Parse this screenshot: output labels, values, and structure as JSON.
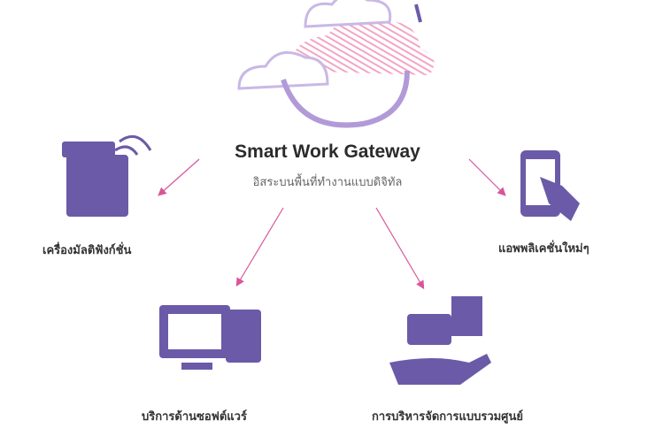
{
  "title": "Smart Work Gateway",
  "subtitle": "อิสระบนพื้นที่ทำงานแบบดิจิทัล",
  "nodes": {
    "mfp": "เครื่องมัลติฟังก์ชั่น",
    "apps": "แอพพลิเคชั่นใหม่ๆ",
    "software": "บริการด้านซอฟต์แวร์",
    "central": "การบริหารจัดการแบบรวมศูนย์"
  },
  "colors": {
    "icon": "#6b5aa8",
    "arrow": "#d9559a",
    "cloud": "#c9b8e6",
    "stripe": "#f3a6c4"
  }
}
